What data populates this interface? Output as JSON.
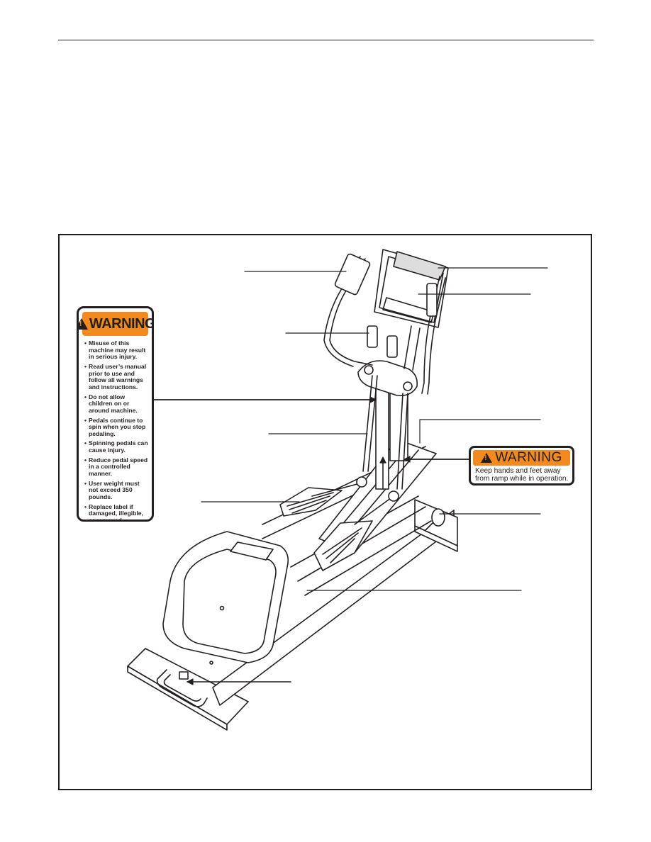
{
  "warning_label_large": {
    "icon": "warning-triangle-icon",
    "header_color": "#f28a1f",
    "title": "WARNING",
    "items": [
      "Misuse of this machine may result in serious injury.",
      "Read user’s manual prior to use and follow all warnings and instructions.",
      "Do not allow children on or around machine.",
      "Pedals continue to spin when you stop pedaling.",
      "Spinning pedals can cause injury.",
      "Reduce pedal speed in a controlled manner.",
      "User weight must not exceed 350 pounds.",
      "Replace label if damaged, illegible, or removed."
    ]
  },
  "warning_label_small": {
    "icon": "warning-triangle-icon",
    "header_color": "#f28a1f",
    "title": "WARNING",
    "message_line1": "Keep hands and feet away",
    "message_line2": "from ramp while in operation."
  }
}
